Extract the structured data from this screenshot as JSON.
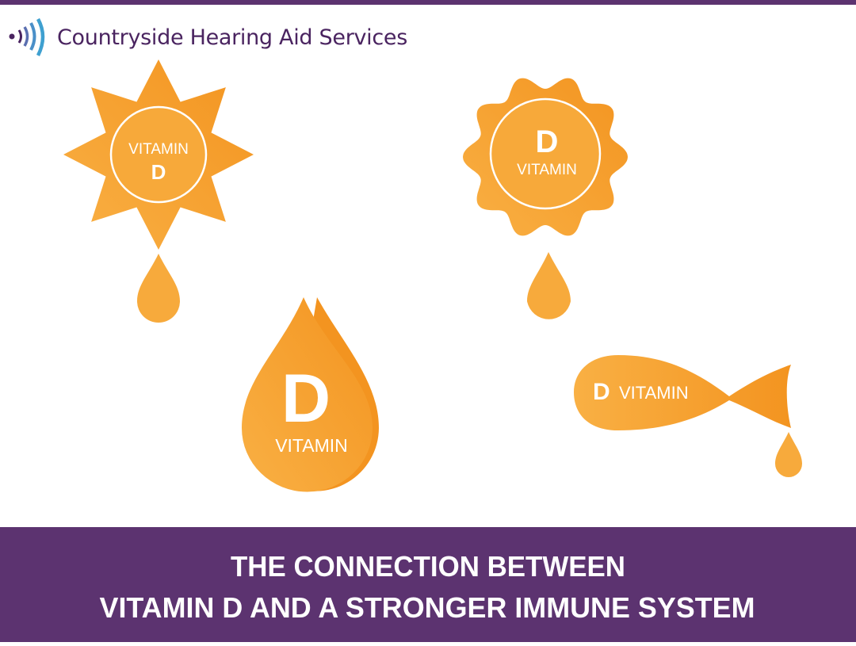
{
  "brand": {
    "name": "Countryside Hearing Aid Services",
    "icon": "sound-waves-icon",
    "text_color": "#4a2460",
    "wave_colors": [
      "#4a2460",
      "#5a6fb0",
      "#3fa0d0"
    ]
  },
  "illustrations": {
    "sun": {
      "line1": "VITAMIN",
      "line2": "D"
    },
    "flower": {
      "line1": "D",
      "line2": "VITAMIN"
    },
    "big_drop": {
      "line1": "D",
      "line2": "VITAMIN"
    },
    "fish": {
      "letter": "D",
      "word": "VITAMIN"
    }
  },
  "colors": {
    "orange_light": "#f9b044",
    "orange_dark": "#f39420",
    "purple": "#5c3370"
  },
  "banner": {
    "line1": "THE CONNECTION BETWEEN",
    "line2": "VITAMIN D AND A STRONGER IMMUNE SYSTEM"
  }
}
